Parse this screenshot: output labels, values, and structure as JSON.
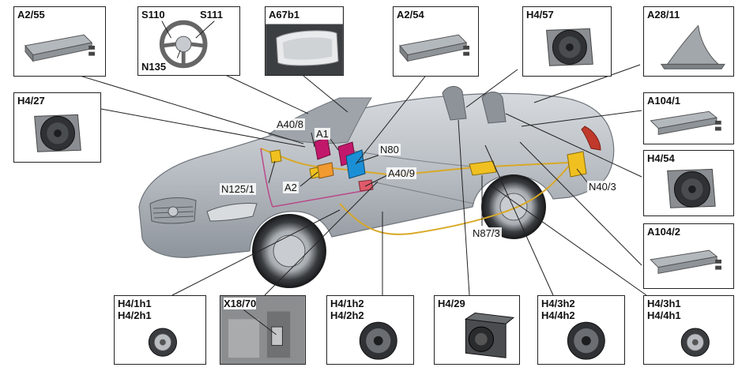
{
  "boxes": {
    "a2_55": "A2/55",
    "s110": "S110",
    "s111": "S111",
    "n135": "N135",
    "a67b1": "A67b1",
    "a2_54": "A2/54",
    "h4_57": "H4/57",
    "a28_11": "A28/11",
    "h4_27": "H4/27",
    "a104_1": "A104/1",
    "h4_54": "H4/54",
    "a104_2": "A104/2",
    "h4_1h1": "H4/1h1",
    "h4_2h1": "H4/2h1",
    "x18_70": "X18/70",
    "h4_1h2": "H4/1h2",
    "h4_2h2": "H4/2h2",
    "h4_29": "H4/29",
    "h4_3h2": "H4/3h2",
    "h4_4h2": "H4/4h2",
    "h4_3h1": "H4/3h1",
    "h4_4h1": "H4/4h1"
  },
  "callouts": {
    "a40_8": "A40/8",
    "a1": "A1",
    "n80": "N80",
    "n125_1": "N125/1",
    "a2": "A2",
    "a40_9": "A40/9",
    "n40_3": "N40/3",
    "n87_3": "N87/3"
  },
  "colors": {
    "car_body": "#b9bec4",
    "wiring": "#d9a826",
    "module_magenta": "#c2186b",
    "module_blue": "#1b8fd6",
    "module_yellow": "#f0c020",
    "module_orange": "#f09a30",
    "leader": "#222222"
  }
}
